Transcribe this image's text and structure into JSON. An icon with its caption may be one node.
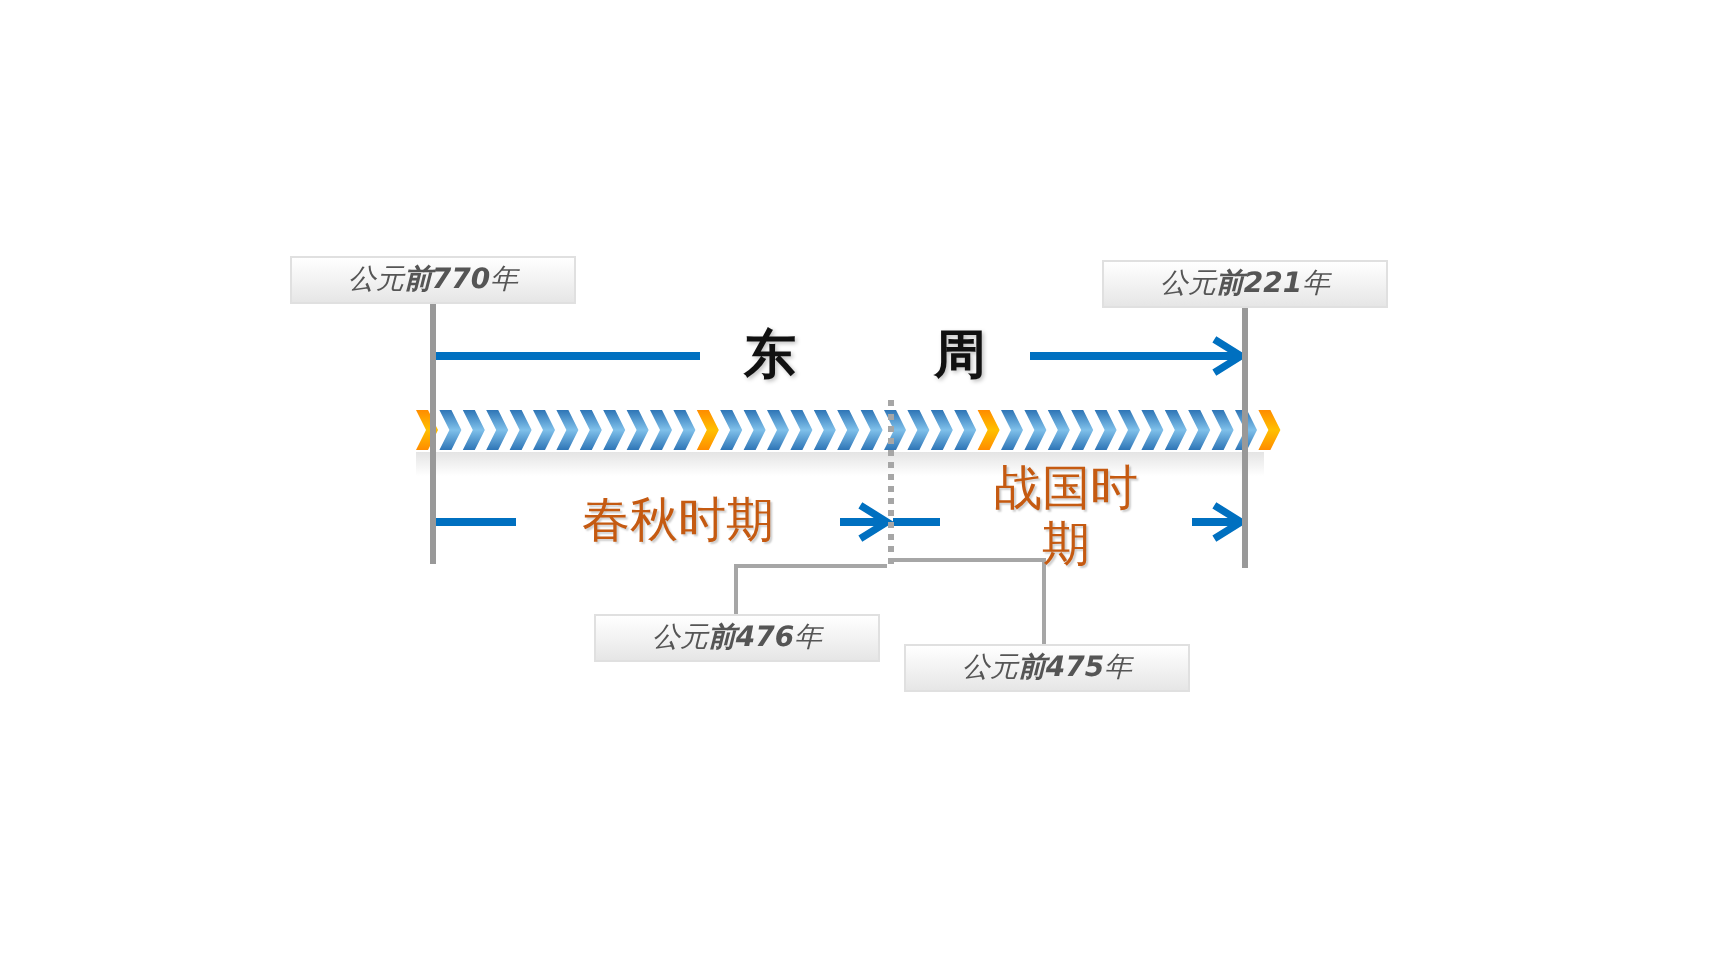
{
  "diagram": {
    "nodes": [
      {
        "text": [
          "公元**前770**年"
        ]
      },
      {
        "text": [
          "公元**前221**年"
        ]
      },
      {
        "text": [
          "东 周"
        ]
      },
      {
        "text": [
          "春秋时期"
        ]
      },
      {
        "text": [
          "战国时期"
        ]
      },
      {
        "text": [
          "公元**前476**年"
        ]
      },
      {
        "text": [
          "公元**前475**年"
        ]
      },
      {
        "text": [],
        "shape": "bar"
      },
      {
        "text": [],
        "shape": "bar"
      },
      {
        "text": [],
        "shape": "bar"
      }
    ],
    "edges": [
      {
        "from": 7,
        "to": 2,
        "arrow": "none"
      },
      {
        "from": 2,
        "to": 9,
        "arrow": "to"
      },
      {
        "from": 7,
        "to": 3,
        "arrow": "none"
      },
      {
        "from": 3,
        "to": 8,
        "arrow": "to"
      },
      {
        "from": 8,
        "to": 4,
        "arrow": "none"
      },
      {
        "from": 4,
        "to": 9,
        "arrow": "to"
      },
      {
        "from": 5,
        "to": 8,
        "arrow": "none",
        "color": "#a6a6a6"
      },
      {
        "from": 6,
        "to": 8,
        "arrow": "none",
        "color": "#a6a6a6"
      }
    ]
  }
}
